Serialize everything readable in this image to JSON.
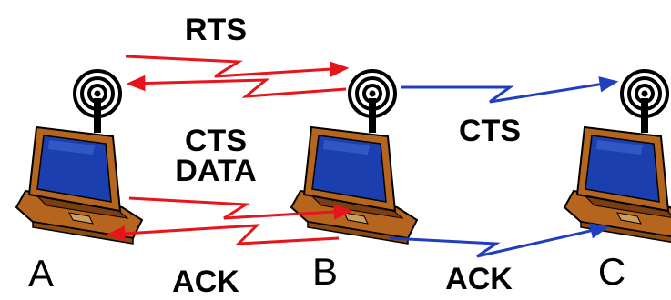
{
  "nodes": {
    "a": "A",
    "b": "B",
    "c": "C"
  },
  "messages": {
    "rts": "RTS",
    "cts_left": "CTS",
    "data": "DATA",
    "cts_right": "CTS",
    "ack_left": "ACK",
    "ack_right": "ACK"
  },
  "colors": {
    "rts_cts_data_ack_link": "#e8141c",
    "b_to_c_link": "#1f3fbf",
    "laptop_body": "#b5651d",
    "laptop_screen": "#1c3fb0",
    "antenna": "#000000"
  },
  "icons": [
    "laptop-icon",
    "antenna-icon"
  ]
}
